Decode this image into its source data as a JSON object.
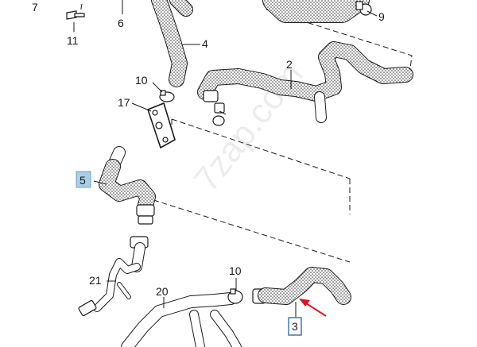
{
  "watermark": "7zap.com",
  "labels": {
    "p7": "7",
    "p11": "11",
    "p6": "6",
    "p9": "9",
    "p4": "4",
    "p2": "2",
    "p10a": "10",
    "p17": "17",
    "p5": "5",
    "p21": "21",
    "p20": "20",
    "p10b": "10",
    "p3": "3"
  },
  "colors": {
    "highlight_fill": "#a9cfe6",
    "box_border": "#2f6fae",
    "arrow": "#e0141e"
  }
}
